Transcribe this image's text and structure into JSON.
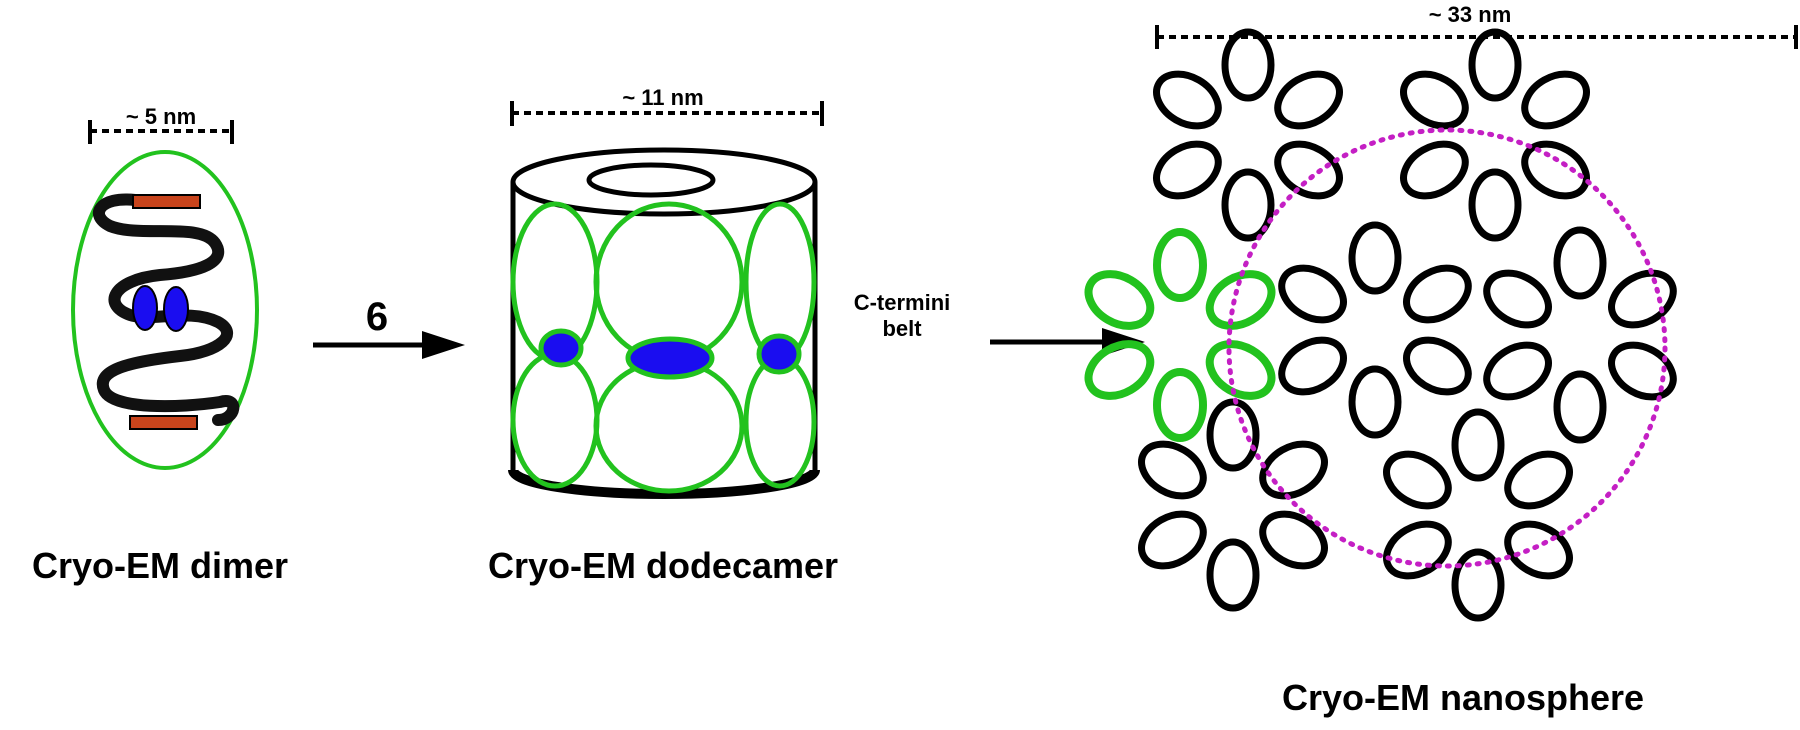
{
  "stages": {
    "dimer": {
      "caption": "Cryo-EM dimer",
      "scale": "~ 5 nm"
    },
    "dodecamer": {
      "caption": "Cryo-EM dodecamer",
      "scale": "~ 11 nm"
    },
    "nanosphere": {
      "caption": "Cryo-EM nanosphere",
      "scale": "~ 33 nm"
    }
  },
  "arrows": {
    "first": {
      "label": "6"
    },
    "second": {
      "label_line1": "C-termini",
      "label_line2": "belt"
    }
  },
  "colors": {
    "subunit_outline": "#22c21e",
    "helix_blue": "#1a0df0",
    "strand_red": "#c8441c",
    "ring_black": "#000000",
    "sphere_magenta": "#c41fc4"
  }
}
